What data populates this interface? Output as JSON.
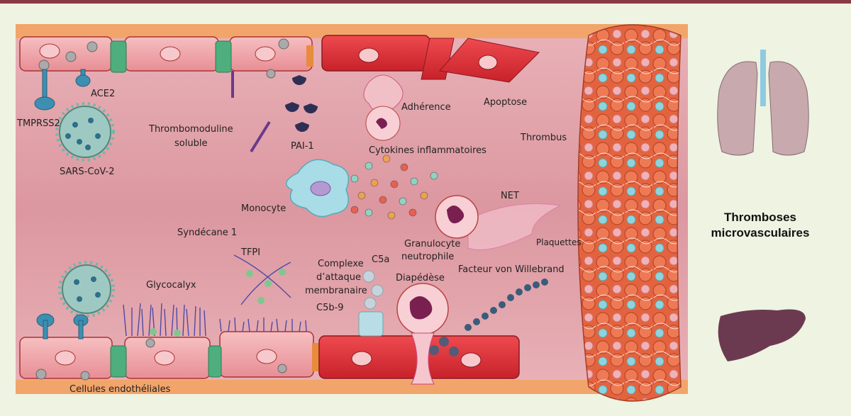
{
  "colors": {
    "top_bar": "#8a3a44",
    "frame_bg": "#eef3e2",
    "vessel_lumen": "#e5a6ad",
    "vessel_wall": "#f2a56a",
    "cell_healthy": "#f0a7ab",
    "cell_damaged": "#e2363e",
    "junction": "#4fae7d",
    "virus": "#9ec9c2",
    "monocyte": "#a8dce6",
    "thrombus": "#e4633f",
    "lung": "#c7a9ae",
    "liver": "#6b3a50"
  },
  "labels": {
    "tmprss2": "TMPRSS2",
    "ace2": "ACE2",
    "sars": "SARS-CoV-2",
    "thrombomoduline_1": "Thrombomoduline",
    "thrombomoduline_2": "soluble",
    "pai1": "PAI-1",
    "adherence": "Adhérence",
    "apoptose": "Apoptose",
    "cytokines": "Cytokines inflammatoires",
    "thrombus": "Thrombus",
    "monocyte": "Monocyte",
    "net": "NET",
    "granulocyte_1": "Granulocyte",
    "granulocyte_2": "neutrophile",
    "plaquettes": "Plaquettes",
    "syndecane": "Syndécane 1",
    "tfpi": "TFPI",
    "complexe_1": "Complexe",
    "complexe_2": "d’attaque",
    "complexe_3": "membranaire",
    "c5a": "C5a",
    "c5b9": "C5b-9",
    "diapedese": "Diapédèse",
    "von_willebrand": "Facteur von Willebrand",
    "glycocalyx": "Glycocalyx",
    "cellules": "Cellules endothéliales",
    "title_1": "Thromboses",
    "title_2": "microvasculaires"
  }
}
